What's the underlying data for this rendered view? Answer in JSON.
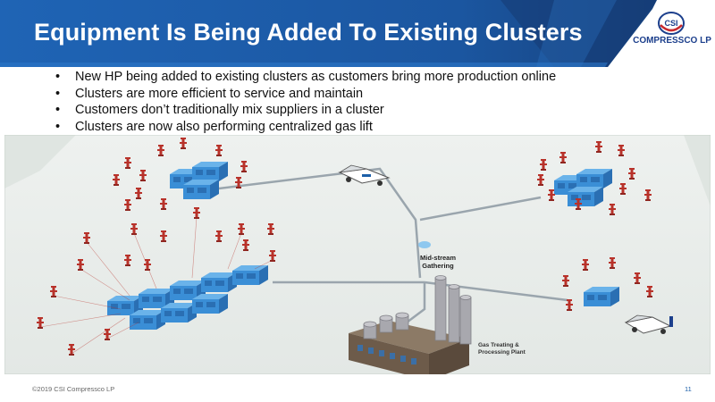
{
  "slide": {
    "title": "Equipment Is Being Added To Existing Clusters",
    "bullets": [
      "New HP being added to existing clusters as customers bring more production online",
      "Clusters are more efficient to service and maintain",
      "Customers don’t traditionally mix suppliers in a cluster",
      "Clusters are now also performing centralized gas lift"
    ],
    "bullet_glyph": "•"
  },
  "logo": {
    "mark": "CSI",
    "name": "COMPRESSCO LP"
  },
  "diagram": {
    "midstream_label_line1": "Mid-stream",
    "midstream_label_line2": "Gathering",
    "plant_label_line1": "Gas Treating &",
    "plant_label_line2": "Processing Plant"
  },
  "footer": {
    "copyright": "©2019 CSI Compressco LP",
    "page_number": "11"
  },
  "colors": {
    "header_blue": "#1f5fae",
    "header_dark": "#163a72",
    "compressor_blue": "#3a8ed6",
    "wellhead_red": "#b8322a",
    "pipeline_gray": "#9aa5ad"
  }
}
